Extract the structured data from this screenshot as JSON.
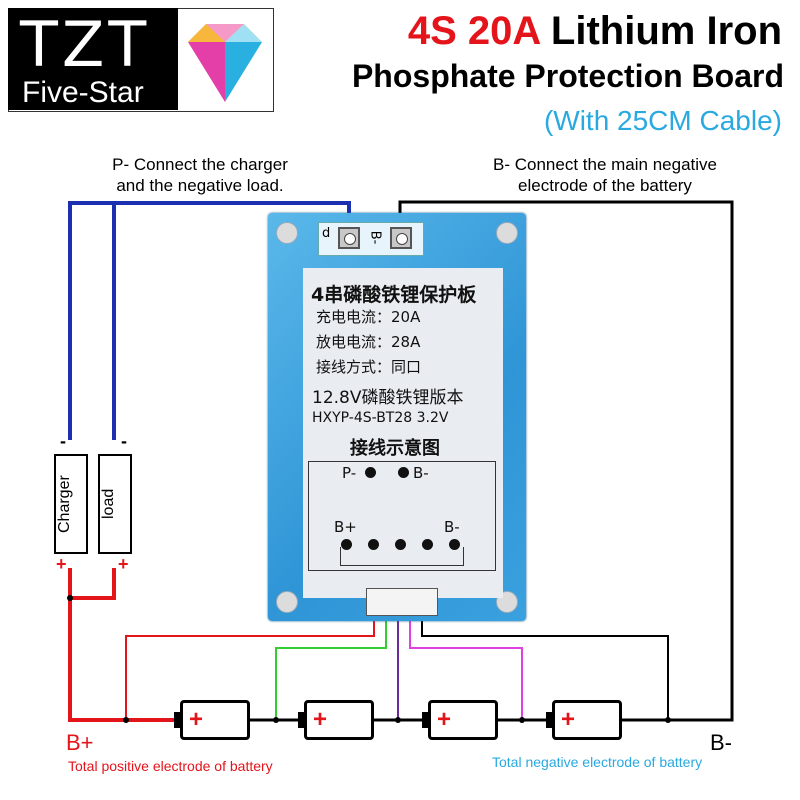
{
  "logo": {
    "brand": "TZT",
    "tagline": "Five-Star"
  },
  "title": {
    "spec": "4S 20A",
    "line1_rest": "Lithium Iron",
    "line2": "Phosphate Protection Board",
    "line3": "(With 25CM Cable)"
  },
  "notes": {
    "p_minus": "P- Connect the charger\nand the negative load.",
    "b_minus": "B- Connect the main negative\nelectrode of the battery"
  },
  "board": {
    "pad_labels": [
      "d",
      "B-"
    ],
    "heading": "4串磷酸铁锂保护板",
    "charge_current": "充电电流：20A",
    "discharge_current": "放电电流：28A",
    "wiring": "接线方式：同口",
    "version": "12.8V磷酸铁锂版本",
    "model": "HXYP-4S-BT28 3.2V",
    "diagram_title": "接线示意图",
    "terminal_p": "P-",
    "terminal_b": "B-",
    "terminal_bplus": "B+",
    "terminal_bminus": "B-"
  },
  "loads": [
    {
      "name": "Charger",
      "minus": "-",
      "plus": "+"
    },
    {
      "name": "load",
      "minus": "-",
      "plus": "+"
    }
  ],
  "battery_marks": [
    "+",
    "+",
    "+",
    "+"
  ],
  "ends": {
    "bplus": "B+",
    "bplus_desc": "Total positive electrode of battery",
    "bminus": "B-",
    "bminus_desc": "Total negative electrode of battery"
  },
  "colors": {
    "red": "#e4141b",
    "blue": "#1b2fb0",
    "green": "#33cc33",
    "purple": "#6a2b9a",
    "magenta": "#e040e0",
    "cyan": "#29a9e0"
  }
}
